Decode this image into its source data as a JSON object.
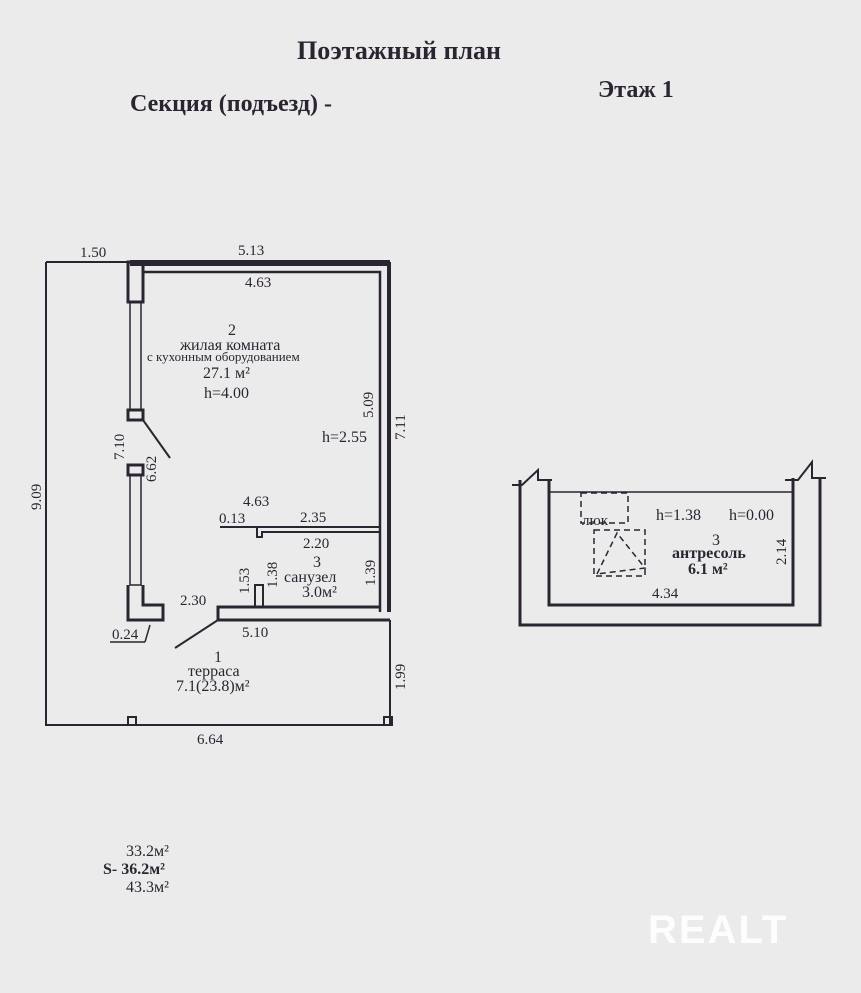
{
  "header": {
    "title": "Поэтажный план",
    "section": "Секция (подъезд) -",
    "floor": "Этаж 1"
  },
  "dimensions": {
    "d150": "1.50",
    "d513": "5.13",
    "d463_top": "4.63",
    "d710": "7.10",
    "d662": "6.62",
    "d509": "5.09",
    "d711": "7.11",
    "d909": "9.09",
    "d463_mid": "4.63",
    "d013": "0.13",
    "d235": "2.35",
    "d220": "2.20",
    "d153": "1.53",
    "d138": "1.38",
    "d139": "1.39",
    "d230": "2.30",
    "d024": "0.24",
    "d510": "5.10",
    "d199": "1.99",
    "d664": "6.64",
    "d434": "4.34",
    "d214": "2.14"
  },
  "rooms": {
    "living": {
      "number": "2",
      "name": "жилая комната",
      "note": "с кухонным оборудованием",
      "area": "27.1 м²",
      "hmax": "h=4.00",
      "hmin": "h=2.55"
    },
    "bathroom": {
      "number": "3",
      "name": "санузел",
      "area": "3.0м²"
    },
    "terrace": {
      "number": "1",
      "name": "терраса",
      "area": "7.1(23.8)м²"
    },
    "mezzanine": {
      "number": "3",
      "name": "антресоль",
      "area": "6.1 м²",
      "hmax": "h=1.38",
      "hmin": "h=0.00",
      "hatch": "люк"
    }
  },
  "totals": {
    "line1": "33.2м²",
    "line2": "S- 36.2м²",
    "line3": "43.3м²"
  },
  "watermark": "REALT"
}
